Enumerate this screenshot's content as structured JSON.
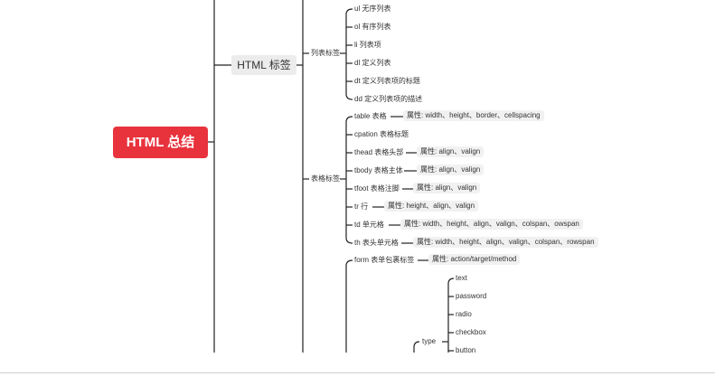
{
  "root": "HTML 总结",
  "level1": "HTML 标签",
  "groups": {
    "list": "列表标签",
    "table": "表格标签"
  },
  "list_items": {
    "ul": "ul 无序列表",
    "ol": "ol 有序列表",
    "li": "li 列表项",
    "dl": "dl 定义列表",
    "dt": "dt 定义列表项的标题",
    "dd": "dd 定义列表项的描述"
  },
  "table_items": {
    "table": "table 表格",
    "table_attr": "属性: width、height、border、cellspacing",
    "caption": "cpation 表格标题",
    "thead": "thead 表格头部",
    "thead_attr": "属性: align、valign",
    "tbody": "tbody 表格主体",
    "tbody_attr": "属性: align、valign",
    "tfoot": "tfoot 表格注脚",
    "tfoot_attr": "属性: align、valign",
    "tr": "tr 行",
    "tr_attr": "属性: height、align、valign",
    "td": "td 单元格",
    "td_attr": "属性: width、height、align、valign、colspan、owspan",
    "th": "th 表头单元格",
    "th_attr": "属性: width、height、align、valign、colspan、rowspan"
  },
  "form_items": {
    "form": "form 表单包裹标签",
    "form_attr": "属性: action/target/method",
    "type": "type",
    "text": "text",
    "password": "password",
    "radio": "radio",
    "checkbox": "checkbox",
    "button": "button"
  }
}
